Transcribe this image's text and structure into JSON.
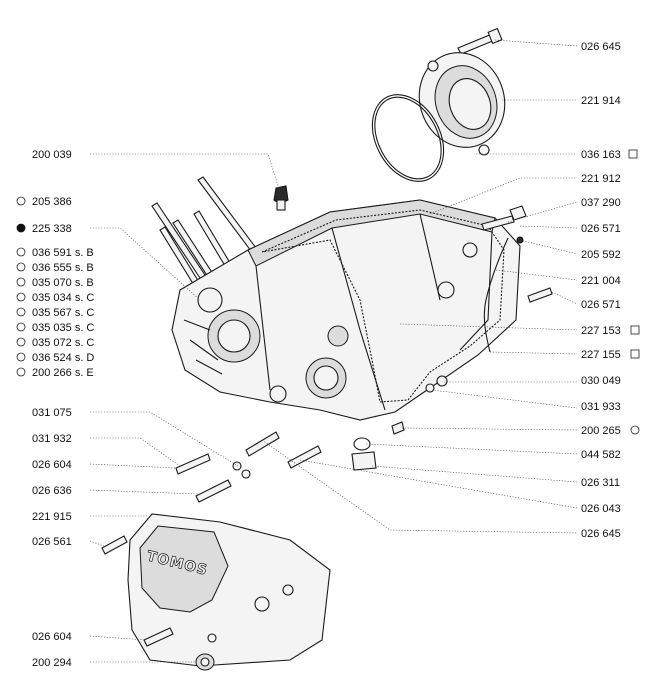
{
  "labels_right": [
    {
      "text": "026 645"
    },
    {
      "text": "221 914"
    },
    {
      "text": "036 163",
      "marker": "square"
    },
    {
      "text": "221 912"
    },
    {
      "text": "037 290"
    },
    {
      "text": "026 571"
    },
    {
      "text": "205 592"
    },
    {
      "text": "221 004"
    },
    {
      "text": "026 571"
    },
    {
      "text": "227 153",
      "marker": "square"
    },
    {
      "text": "227 155",
      "marker": "square"
    },
    {
      "text": "030 049"
    },
    {
      "text": "031 933"
    },
    {
      "text": "200 265",
      "marker": "circle"
    },
    {
      "text": "044 582"
    },
    {
      "text": "026 311"
    },
    {
      "text": "026 043"
    },
    {
      "text": "026 645"
    }
  ],
  "labels_left_top": [
    {
      "text": "200 039"
    }
  ],
  "variants": [
    {
      "text": "205 386",
      "marker": "circle"
    },
    {
      "text": "225 338",
      "marker": "dot"
    },
    {
      "text": "036 591 s. B",
      "marker": "circle"
    },
    {
      "text": "036 555 s. B",
      "marker": "circle"
    },
    {
      "text": "035 070 s. B",
      "marker": "circle"
    },
    {
      "text": "035 034 s. C",
      "marker": "circle"
    },
    {
      "text": "035 567 s. C",
      "marker": "circle"
    },
    {
      "text": "035 035 s. C",
      "marker": "circle"
    },
    {
      "text": "035 072 s. C",
      "marker": "circle"
    },
    {
      "text": "036 524 s. D",
      "marker": "circle"
    },
    {
      "text": "200 266 s. E",
      "marker": "circle"
    }
  ],
  "labels_left_bottom": [
    {
      "text": "031 075"
    },
    {
      "text": "031 932"
    },
    {
      "text": "026 604"
    },
    {
      "text": "026 636"
    },
    {
      "text": "221 915"
    },
    {
      "text": "026 561"
    },
    {
      "text": "026 604"
    },
    {
      "text": "200 294"
    }
  ],
  "cover_logo": "TOMOS"
}
